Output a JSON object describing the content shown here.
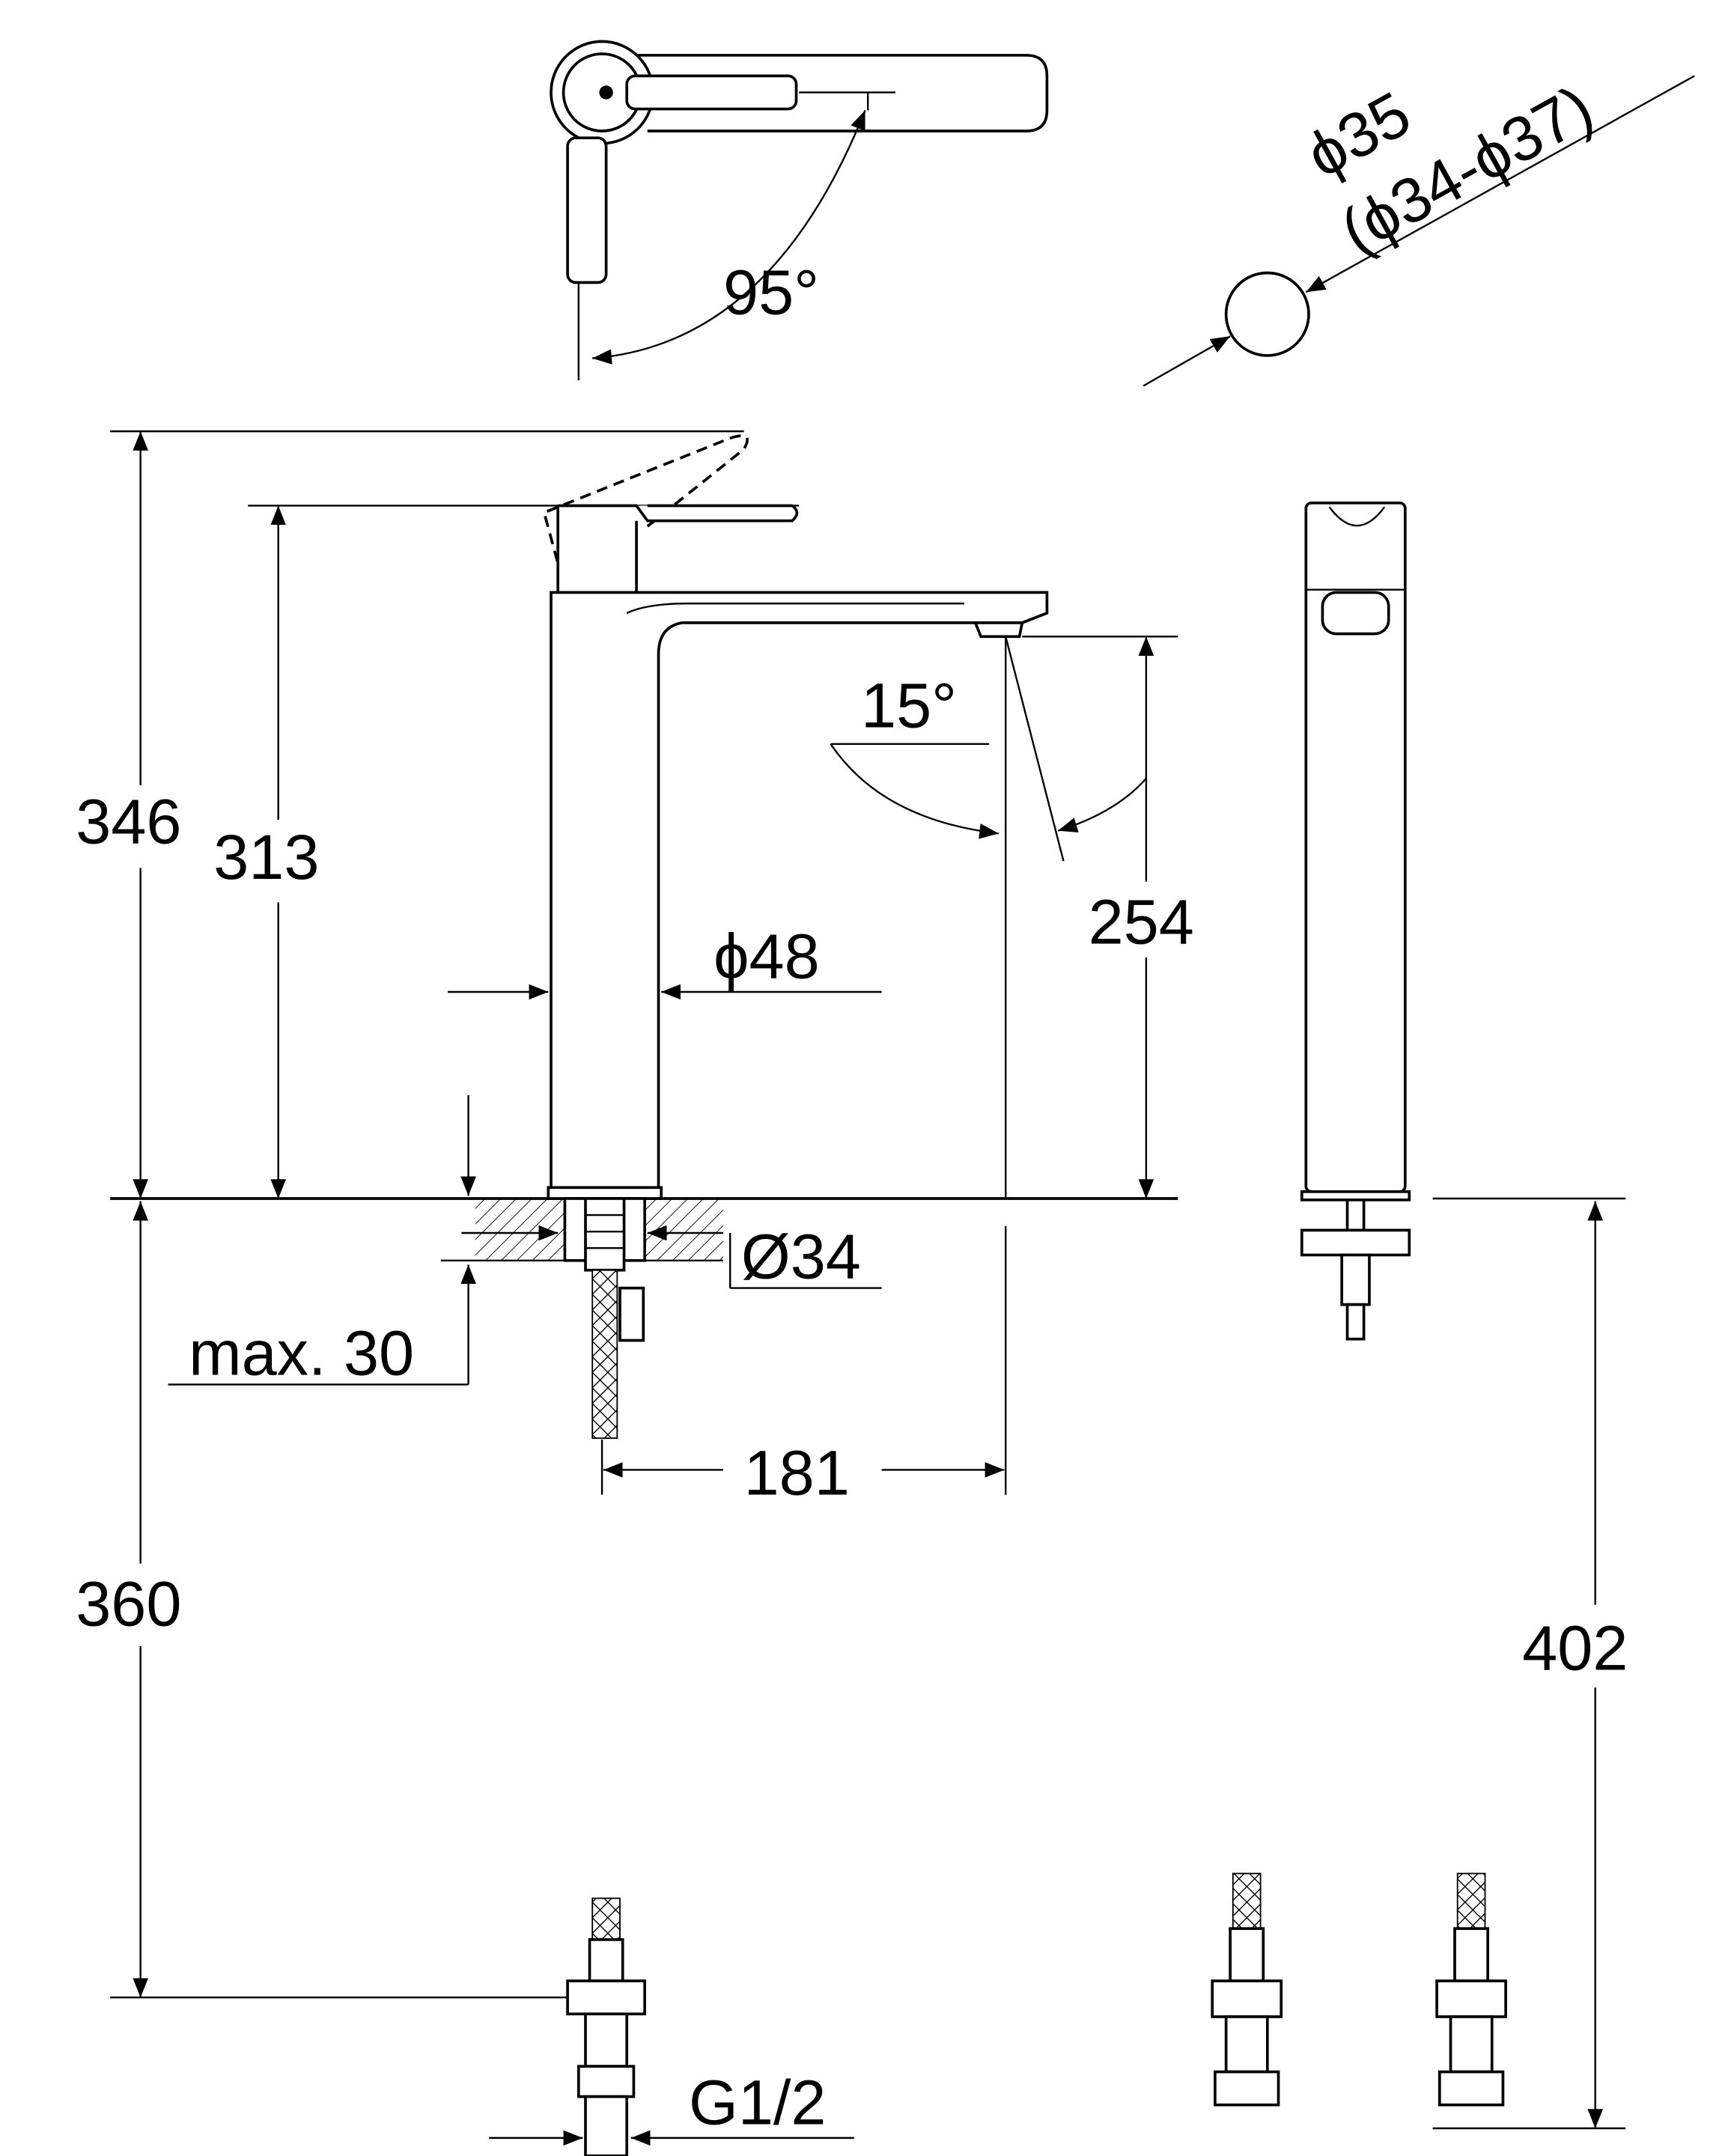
{
  "drawing": {
    "top_view": {
      "angle_label": "95°"
    },
    "hole_diameter": {
      "label": "ϕ35",
      "range_label": "(ϕ34-ϕ37)"
    },
    "side_view": {
      "height_lever_open": "346",
      "height_lever_closed": "313",
      "spout_angle": "15°",
      "spout_height": "254",
      "body_diameter": "ϕ48",
      "hole_diameter": "Ø34",
      "max_deck_thickness": "max. 30",
      "spout_reach": "181",
      "hose_length": "360",
      "connection_thread": "G1/2"
    },
    "front_view": {
      "hose_length": "402"
    },
    "colors": {
      "line": "#000000",
      "background": "#ffffff"
    }
  }
}
